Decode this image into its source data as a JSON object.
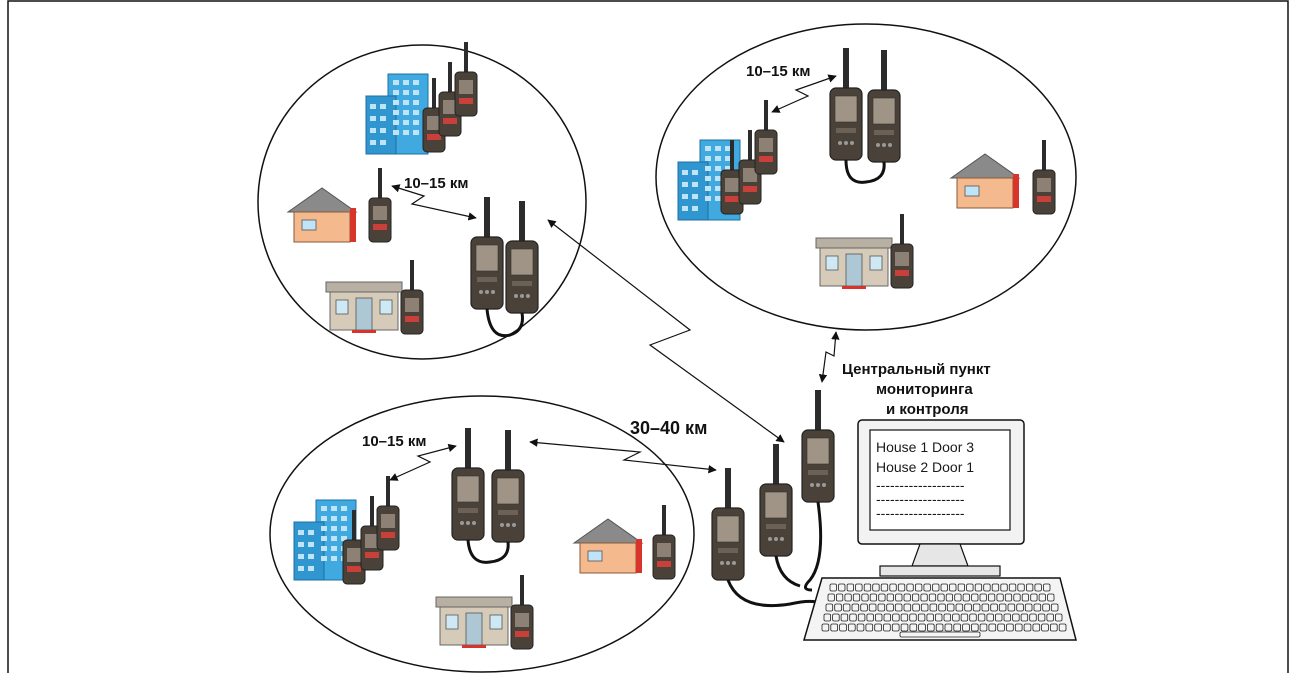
{
  "diagram": {
    "range_labels": {
      "cluster_top_left": "10–15 км",
      "cluster_top_right": "10–15 км",
      "cluster_bottom": "10–15 км",
      "long_range": "30–40 км"
    },
    "center": {
      "line1": "Центральный пункт",
      "line2": "мониторинга",
      "line3": "и контроля"
    },
    "monitor": {
      "line1": "House 1 Door 3",
      "line2": "House 2 Door 1",
      "dash1": "-------------------",
      "dash2": "-------------------",
      "dash3": "-------------------"
    },
    "colors": {
      "building": "#3fa9e0",
      "house_wall": "#f4b98c",
      "house_roof": "#8a8a8a",
      "device": "#4a4238",
      "device_screen": "#9a8f83",
      "shop_wall": "#d6cbb8",
      "shop_roof": "#b8b0a3",
      "door_red": "#d9342b"
    }
  }
}
